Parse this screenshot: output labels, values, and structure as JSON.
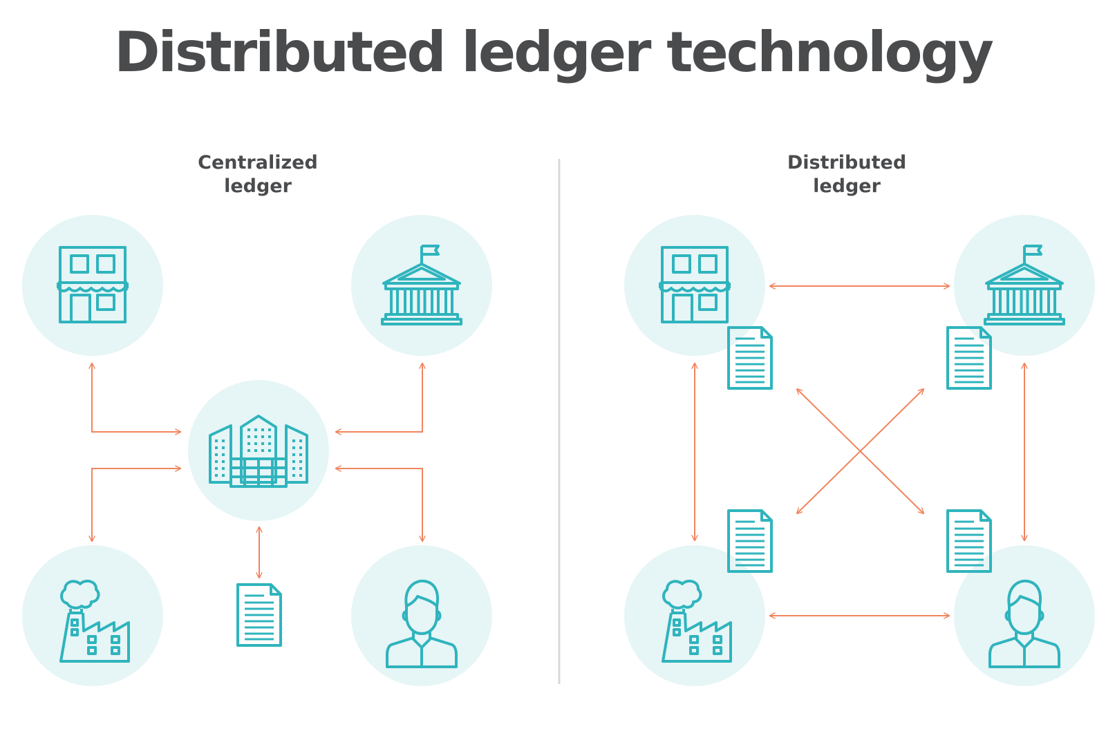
{
  "title": "Distributed ledger technology",
  "panels": {
    "centralized": {
      "label_line1": "Centralized",
      "label_line2": "ledger"
    },
    "distributed": {
      "label_line1": "Distributed",
      "label_line2": "ledger"
    }
  },
  "colors": {
    "icon_teal": "#2fb4bd",
    "circle_fill": "#e6f5f6",
    "arrow_orange": "#f0855e",
    "divider": "#d9d9d9",
    "text": "#4a4b4d"
  },
  "icons": [
    "store-icon",
    "bank-icon",
    "factory-icon",
    "person-icon",
    "office-buildings-icon",
    "document-icon"
  ]
}
